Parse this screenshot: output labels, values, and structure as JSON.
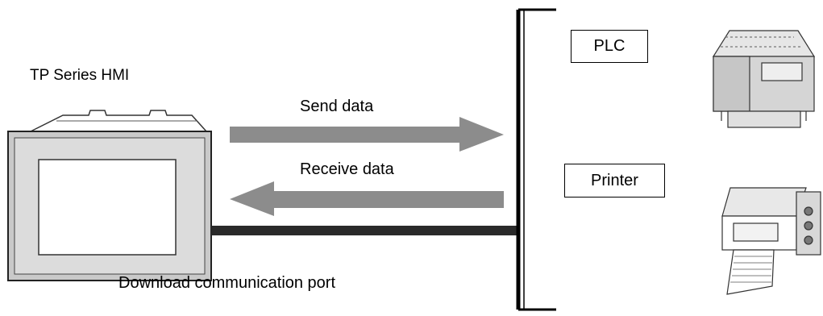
{
  "hmi": {
    "title": "TP Series HMI"
  },
  "arrows": {
    "send_label": "Send data",
    "receive_label": "Receive data"
  },
  "cable": {
    "label": "Download communication port"
  },
  "devices": {
    "plc_label": "PLC",
    "printer_label": "Printer"
  }
}
